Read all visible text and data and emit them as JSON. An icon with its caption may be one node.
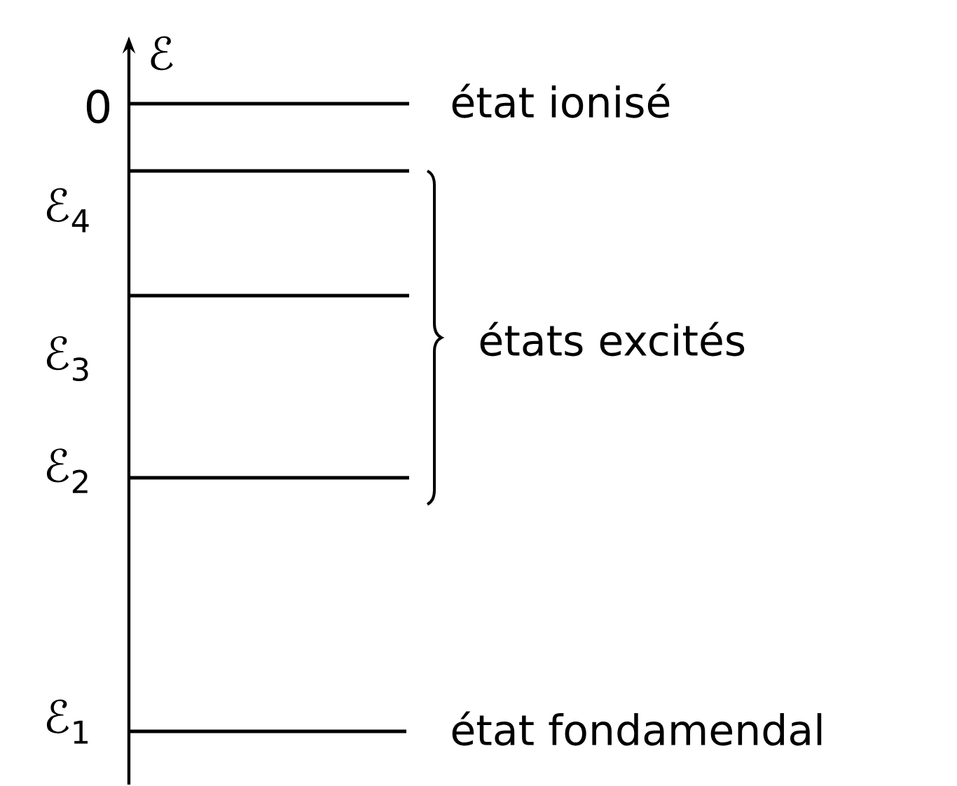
{
  "diagram": {
    "labels": [
      "ℰ",
      "0",
      "ℰ$_{4}$",
      "ℰ$_{3}$",
      "ℰ$_{2}$",
      "ℰ$_{1}$",
      "état ionisé",
      "états excités",
      "état fondamendal"
    ]
  }
}
